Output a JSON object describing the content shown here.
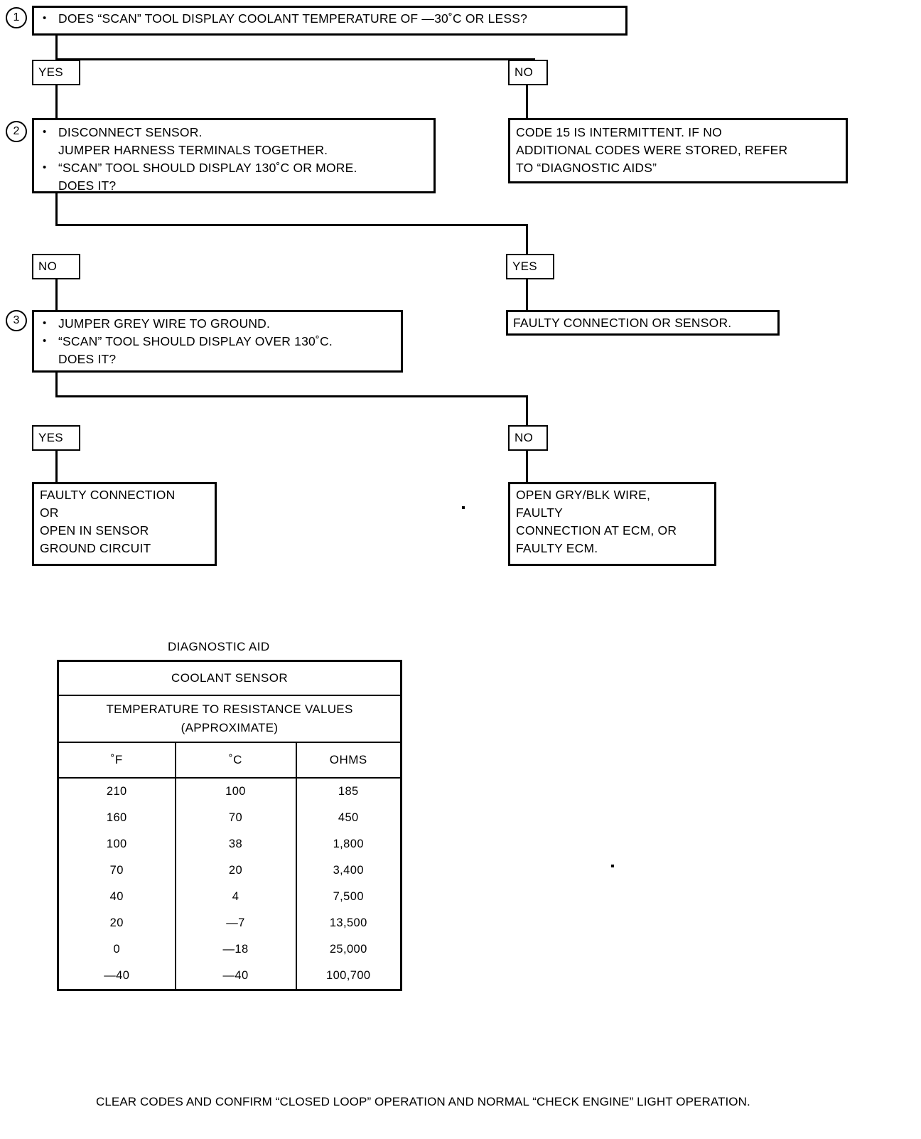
{
  "flow": {
    "steps": [
      {
        "number": "1",
        "lines": [
          {
            "bullet": true,
            "text": "DOES “SCAN” TOOL DISPLAY COOLANT TEMPERATURE OF —30˚C OR LESS?"
          }
        ]
      },
      {
        "number": "2",
        "lines": [
          {
            "bullet": true,
            "text": "DISCONNECT SENSOR."
          },
          {
            "bullet": false,
            "text": "JUMPER HARNESS TERMINALS TOGETHER."
          },
          {
            "bullet": true,
            "text": "“SCAN” TOOL SHOULD DISPLAY 130˚C OR MORE."
          },
          {
            "bullet": false,
            "text": "DOES IT?"
          }
        ]
      },
      {
        "number": "3",
        "lines": [
          {
            "bullet": true,
            "text": "JUMPER GREY WIRE TO GROUND."
          },
          {
            "bullet": true,
            "text": "“SCAN” TOOL SHOULD DISPLAY OVER 130˚C."
          },
          {
            "bullet": false,
            "text": "DOES IT?"
          }
        ]
      }
    ],
    "decisions": {
      "row1_left": "YES",
      "row1_right": "NO",
      "row2_left": "NO",
      "row2_right": "YES",
      "row3_left": "YES",
      "row3_right": "NO"
    },
    "results": {
      "code15": [
        "CODE 15 IS INTERMITTENT. IF NO",
        "ADDITIONAL CODES WERE STORED, REFER",
        "TO “DIAGNOSTIC AIDS”"
      ],
      "faulty_connection_or_sensor": [
        "FAULTY CONNECTION OR SENSOR."
      ],
      "faulty_connection_ground": [
        "FAULTY CONNECTION",
        "OR",
        "OPEN IN SENSOR",
        "GROUND CIRCUIT"
      ],
      "open_gry_blk": [
        "OPEN GRY/BLK WIRE,",
        "FAULTY",
        "CONNECTION AT ECM, OR",
        "FAULTY ECM."
      ]
    }
  },
  "diagnostic_aid": {
    "caption": "DIAGNOSTIC AID",
    "table_title": "COOLANT SENSOR",
    "table_subtitle_line1": "TEMPERATURE TO RESISTANCE VALUES",
    "table_subtitle_line2": "(APPROXIMATE)",
    "columns": [
      "˚F",
      "˚C",
      "OHMS"
    ],
    "rows": [
      [
        "210",
        "100",
        "185"
      ],
      [
        "160",
        "70",
        "450"
      ],
      [
        "100",
        "38",
        "1,800"
      ],
      [
        "70",
        "20",
        "3,400"
      ],
      [
        "40",
        "4",
        "7,500"
      ],
      [
        "20",
        "—7",
        "13,500"
      ],
      [
        "0",
        "—18",
        "25,000"
      ],
      [
        "—40",
        "—40",
        "100,700"
      ]
    ]
  },
  "footer": {
    "note": "CLEAR CODES AND CONFIRM “CLOSED LOOP” OPERATION AND NORMAL “CHECK ENGINE” LIGHT OPERATION."
  }
}
